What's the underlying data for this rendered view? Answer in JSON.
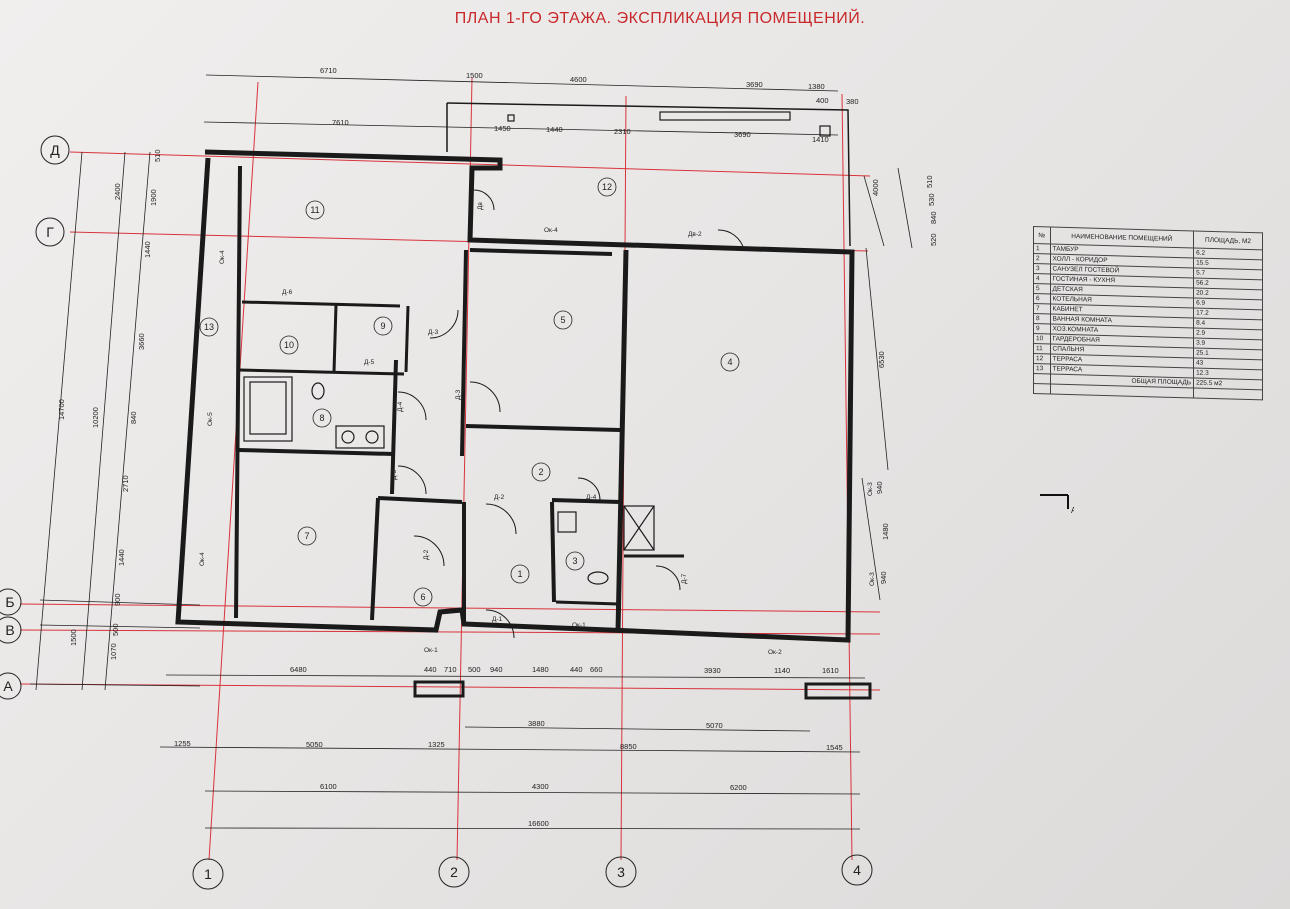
{
  "title": "ПЛАН 1-ГО ЭТАЖА. ЭКСПЛИКАЦИЯ ПОМЕЩЕНИЙ.",
  "axes_numeric": [
    "1",
    "2",
    "3",
    "4"
  ],
  "axes_letter": [
    "Д",
    "Г",
    "Б",
    "В",
    "А"
  ],
  "rooms": [
    "1",
    "2",
    "3",
    "4",
    "5",
    "6",
    "7",
    "8",
    "9",
    "10",
    "11",
    "12",
    "13"
  ],
  "openings": {
    "d1": "Д-1",
    "d2": "Д-2",
    "d2b": "Д-2",
    "d3": "Д-3",
    "d3b": "Д-3",
    "d3c": "Д-3",
    "d4": "Д-4",
    "d4b": "Д-4",
    "d5": "Д-5",
    "d6": "Д-6",
    "d7": "Д-7",
    "db": "Дв",
    "ok1": "Ок-1",
    "ok1b": "Ок-1",
    "ok2": "Ок-2",
    "ok3": "Ок-3",
    "ok3b": "Ок-3",
    "ok4": "Ок-4",
    "ok4b": "Ок-4",
    "ok4c": "Ок-4",
    "ok5": "Ок-5",
    "dv2": "Дв-2"
  },
  "dims": {
    "top1": [
      "6710",
      "1500",
      "4600",
      "3690",
      "1380"
    ],
    "top1_small": [
      "400",
      "380"
    ],
    "top2": [
      "7610",
      "1450",
      "1440",
      "2310",
      "3690",
      "1410"
    ],
    "left": [
      "510",
      "2400",
      "1900",
      "1440",
      "3660",
      "840",
      "2710",
      "1440",
      "900",
      "500",
      "1070",
      "1500"
    ],
    "left_total": [
      "14700",
      "10200"
    ],
    "right1": [
      "4000",
      "6530"
    ],
    "right2": [
      "510",
      "530",
      "840",
      "520"
    ],
    "right3": [
      "940",
      "1480",
      "940"
    ],
    "bot1": [
      "6480",
      "440",
      "710",
      "500",
      "940",
      "1480",
      "440",
      "660",
      "3930",
      "1140",
      "1610"
    ],
    "bot2": [
      "3880",
      "5070"
    ],
    "bot3": [
      "1255",
      "5050",
      "1325",
      "8850",
      "1545"
    ],
    "bot4": [
      "6100",
      "4300",
      "6200"
    ],
    "bot5": [
      "16600"
    ]
  },
  "legend": {
    "headers": [
      "№",
      "НАИМЕНОВАНИЕ ПОМЕЩЕНИЙ",
      "ПЛОЩАДЬ, М2"
    ],
    "rows": [
      [
        "1",
        "ТАМБУР",
        "6.2"
      ],
      [
        "2",
        "ХОЛЛ - КОРИДОР",
        "15.5"
      ],
      [
        "3",
        "САНУЗЕЛ ГОСТЕВОЙ",
        "5.7"
      ],
      [
        "4",
        "ГОСТИНАЯ - КУХНЯ",
        "56.2"
      ],
      [
        "5",
        "ДЕТСКАЯ",
        "20.2"
      ],
      [
        "6",
        "КОТЕЛЬНАЯ",
        "6.9"
      ],
      [
        "7",
        "КАБИНЕТ",
        "17.2"
      ],
      [
        "8",
        "ВАННАЯ КОМНАТА",
        "8.4"
      ],
      [
        "9",
        "ХОЗ.КОМНАТА",
        "2.9"
      ],
      [
        "10",
        "ГАРДЕРОБНАЯ",
        "3.9"
      ],
      [
        "11",
        "СПАЛЬНЯ",
        "25.1"
      ],
      [
        "12",
        "ТЕРРАСА",
        "43"
      ],
      [
        "13",
        "ТЕРРАСА",
        "12.3"
      ]
    ],
    "total_label": "ОБЩАЯ ПЛОЩАДЬ",
    "total_value": "225.5 м2"
  },
  "section_mark": "А",
  "colors": {
    "title": "#c8282a",
    "axis_line": "#d8333a",
    "wall": "#1a1a1a"
  }
}
